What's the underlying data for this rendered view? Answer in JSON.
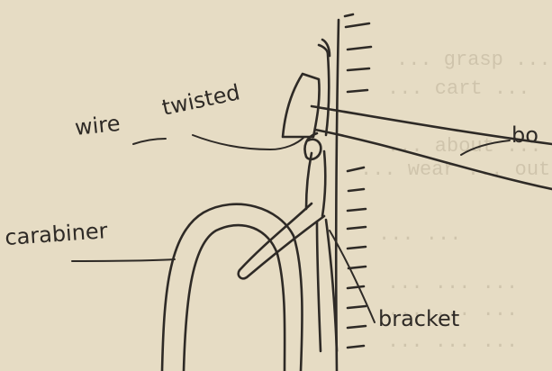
{
  "labels": {
    "wire": "wire",
    "twisted": "twisted",
    "carabiner": "carabiner",
    "bracket": "bracket",
    "bolt": "bo"
  },
  "background_typed_text": [
    "... grasp ... the ...",
    "... cart ...",
    "... about ... the ...",
    "... wear ... out ...",
    "... ...",
    "... ... ...",
    "... ... ...",
    "... ... ..."
  ],
  "colors": {
    "paper": "#e6dcc4",
    "ink": "#2e2a26",
    "typed_bleed": "#bdb29a"
  }
}
